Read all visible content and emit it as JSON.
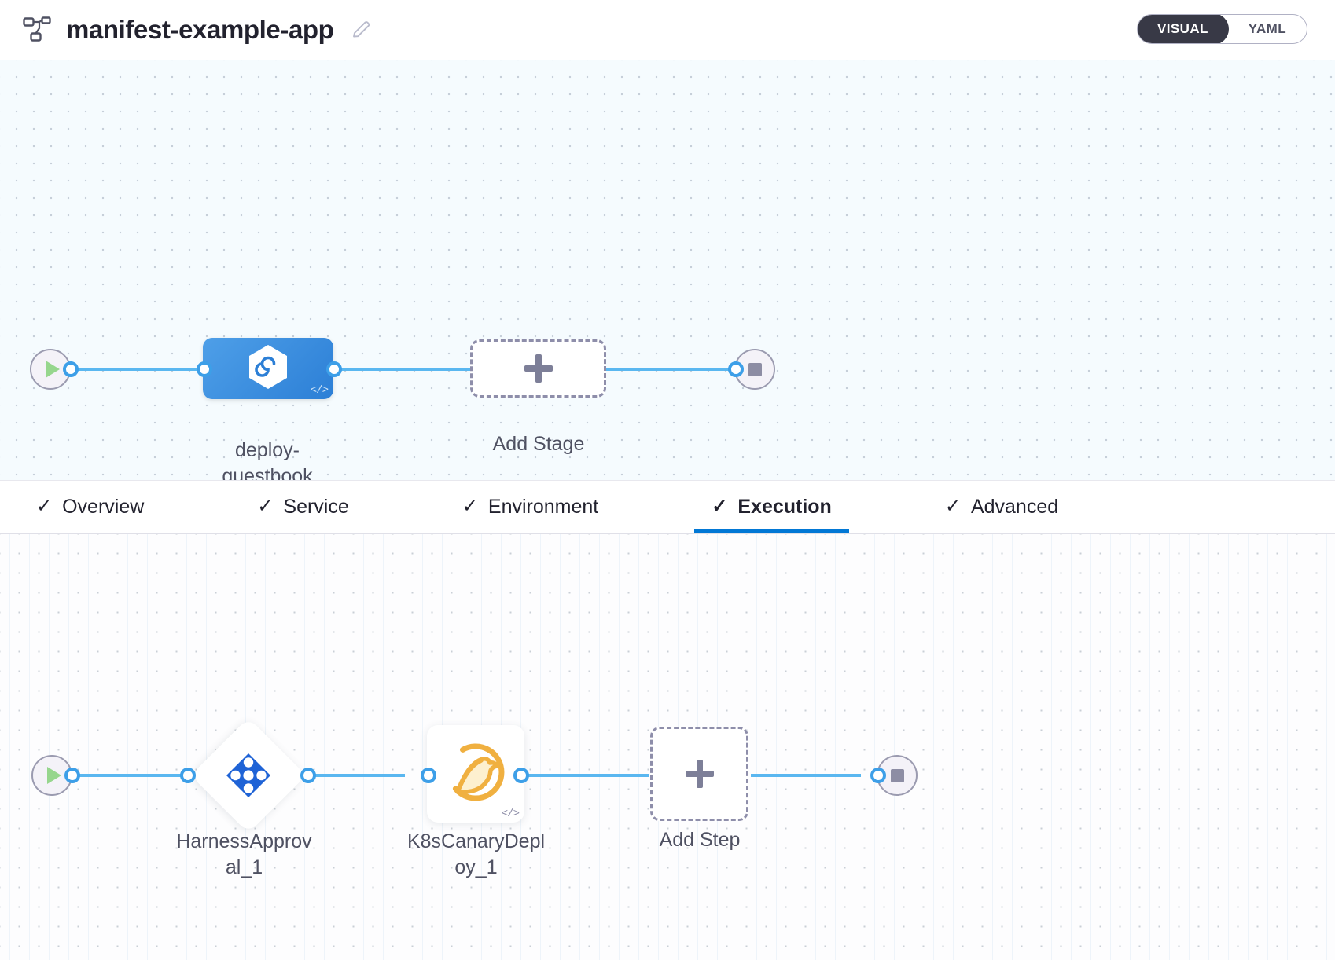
{
  "header": {
    "pipeline_icon": "pipeline-hierarchy-icon",
    "title": "manifest-example-app",
    "edit_icon": "pencil-icon",
    "mode_toggle": {
      "options": [
        "VISUAL",
        "YAML"
      ],
      "selected": "VISUAL"
    }
  },
  "stage_graph": {
    "start_icon": "play-icon",
    "end_icon": "stop-icon",
    "stage": {
      "label_line1": "deploy-",
      "label_line2": "guestbook",
      "icon": "harness-deployment-icon",
      "code_badge": "</>"
    },
    "add_stage": {
      "label": "Add Stage",
      "icon": "plus-icon"
    }
  },
  "tabs": [
    {
      "label": "Overview",
      "check": "✓",
      "active": false
    },
    {
      "label": "Service",
      "check": "✓",
      "active": false
    },
    {
      "label": "Environment",
      "check": "✓",
      "active": false
    },
    {
      "label": "Execution",
      "check": "✓",
      "active": true
    },
    {
      "label": "Advanced",
      "check": "✓",
      "active": false
    }
  ],
  "step_graph": {
    "start_icon": "play-icon",
    "end_icon": "stop-icon",
    "steps": [
      {
        "name": "HarnessApproval_1",
        "label_line1": "HarnessApprov",
        "label_line2": "al_1",
        "icon": "harness-approval-icon",
        "shape": "diamond"
      },
      {
        "name": "K8sCanaryDeploy_1",
        "label_line1": "K8sCanaryDepl",
        "label_line2": "oy_1",
        "icon": "kubernetes-canary-bird-icon",
        "code_badge": "</>",
        "shape": "square"
      }
    ],
    "add_step": {
      "label": "Add Step",
      "icon": "plus-icon"
    }
  },
  "colors": {
    "accent_blue": "#0278d5",
    "connector_blue": "#5ab7f0",
    "stage_blue": "#2c7fd6",
    "canary_orange": "#f0b040",
    "approval_blue": "#1f63d6",
    "toggle_dark": "#383946",
    "play_green": "#96d68d"
  }
}
